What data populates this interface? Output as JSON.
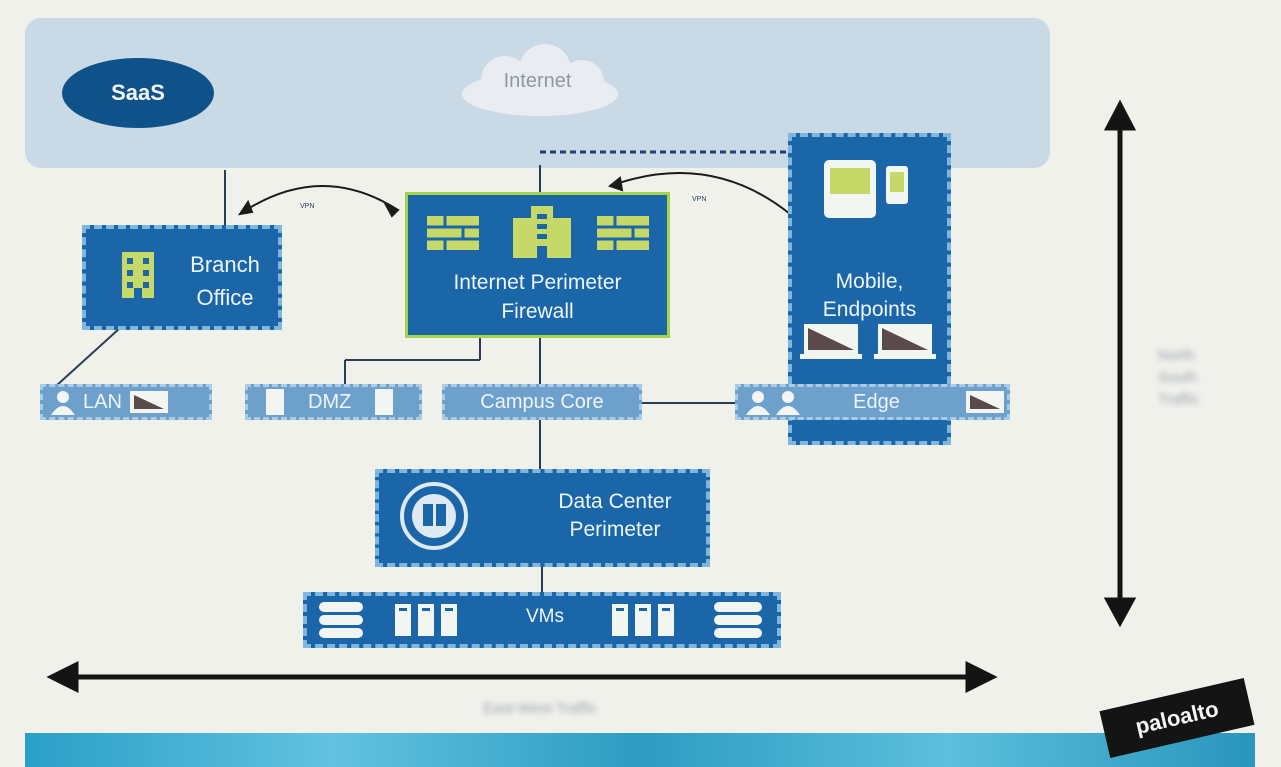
{
  "nodes": {
    "saas": "SaaS",
    "internet": "Internet",
    "branch_office": [
      "Branch",
      "Office"
    ],
    "firewall": [
      "Internet Perimeter",
      "Firewall"
    ],
    "mobile": [
      "Mobile,",
      "Endpoints"
    ],
    "lan": "LAN",
    "dmz": "DMZ",
    "campus_core": "Campus Core",
    "edge": "Edge",
    "data_center": [
      "Data Center",
      "Perimeter"
    ],
    "vms": "VMs"
  },
  "links": {
    "vpn_branch": "VPN",
    "vpn_mobile": "VPN"
  },
  "axes": {
    "vertical": [
      "North",
      "South",
      "Traffic"
    ],
    "horizontal": "East-West Traffic"
  },
  "brand": "paloalto",
  "colors": {
    "background": "#f1f1ec",
    "internet_band": "#c9d9e5",
    "primary_blue": "#1a66a8",
    "dark_blue": "#0e5289",
    "light_blue": "#6da0ca",
    "dash_border": "#7fb6dd",
    "accent_green": "#a4d44c",
    "icon_yellow": "#c6d868"
  },
  "icons": [
    "cloud-icon",
    "building-icon",
    "firewall-brick-icon",
    "tablet-icon",
    "phone-icon",
    "laptop-icon",
    "user-icon",
    "monitor-icon",
    "server-icon",
    "database-icon",
    "shield-server-icon",
    "double-arrow-icon"
  ]
}
